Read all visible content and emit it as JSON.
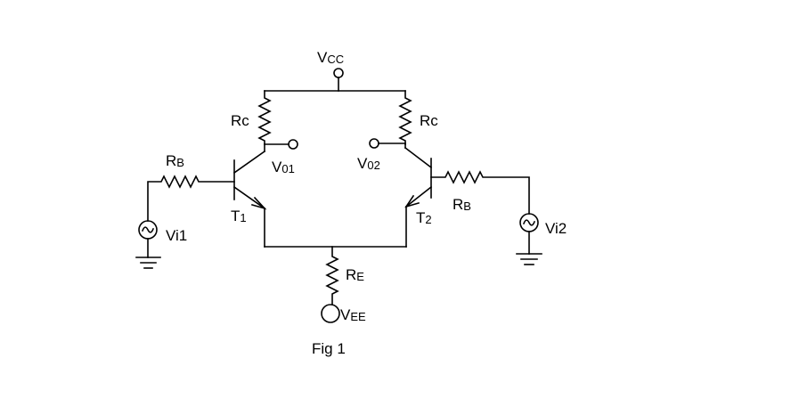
{
  "figure": {
    "caption": "Fig 1",
    "colors": {
      "ink": "#000000",
      "background": "#ffffff"
    },
    "labels": {
      "vcc": {
        "main": "V",
        "sub": "CC"
      },
      "rc_left": {
        "main": "Rc",
        "sub": ""
      },
      "rc_right": {
        "main": "Rc",
        "sub": ""
      },
      "vo1": {
        "main": "V",
        "sub": "01"
      },
      "vo2": {
        "main": "V",
        "sub": "02"
      },
      "rb_left": {
        "main": "R",
        "sub": "B"
      },
      "rb_right": {
        "main": "R",
        "sub": "B"
      },
      "t1": {
        "main": "T",
        "sub": "1"
      },
      "t2": {
        "main": "T",
        "sub": "2"
      },
      "vi1": {
        "main": "Vi1",
        "sub": ""
      },
      "vi2": {
        "main": "Vi2",
        "sub": ""
      },
      "re": {
        "main": "R",
        "sub": "E"
      },
      "vee": {
        "main": "V",
        "sub": "EE"
      }
    }
  }
}
